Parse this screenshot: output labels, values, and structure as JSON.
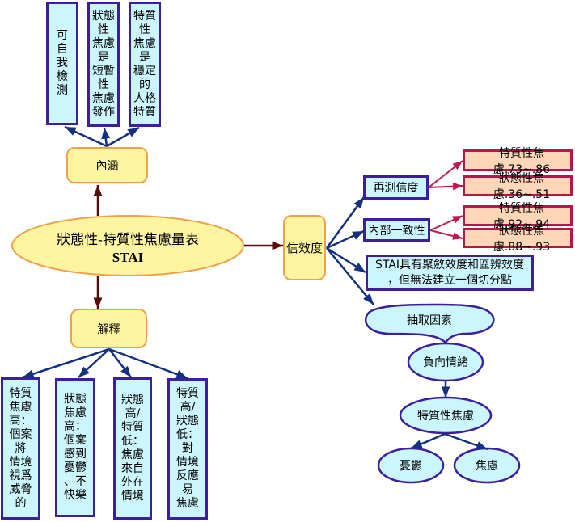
{
  "center": {
    "line1": "狀態性-特質性焦慮量表",
    "line2": "STAI"
  },
  "connotation": {
    "label": "內涵",
    "items": [
      "可\n自\n我\n檢\n測",
      "狀態\n性\n焦慮\n是\n短暫\n性\n焦慮\n發作",
      "特質\n性\n焦慮\n是\n穩定\n的\n人格\n特質"
    ]
  },
  "interpretation": {
    "label": "解釋",
    "items": [
      "特質\n焦慮\n高：\n個案\n將\n情境\n視爲\n威脅\n的",
      "狀態\n焦慮\n高：\n個案\n感到\n憂鬱\n、不\n快樂",
      "狀態\n高/\n特質\n低：\n焦慮\n來自\n外在\n情境",
      "特質\n高/\n狀態\n低：\n對\n情境\n反應\n易\n焦慮"
    ]
  },
  "reliability_validity": {
    "label": "信效度",
    "test_retest": {
      "label": "再測信度",
      "results": [
        "特質性焦慮.73~.86",
        "狀態性焦慮.36~.51"
      ]
    },
    "internal_consistency": {
      "label": "內部一致性",
      "results": [
        "特質性焦慮.92~.94",
        "狀態性焦慮.88~.93"
      ]
    },
    "validity_note": "STAI具有聚斂效度和區辨效度\n，但無法建立一個切分點",
    "factor_extraction": {
      "label": "抽取因素",
      "factor": "負向情緒",
      "trait": "特質性焦慮",
      "components": [
        "憂鬱",
        "焦慮"
      ]
    }
  },
  "colors": {
    "yellow_fill": "#fff4a0",
    "yellow_border": "#eda24c",
    "cyan_fill": "#ccf6fd",
    "indigo_border": "#3d1f9e",
    "peach_fill": "#fdd7b8",
    "crimson_border": "#b5174c",
    "blue_arrow": "#14307f",
    "maroon_arrow": "#5a0b0b",
    "crimson_arrow": "#c0184e"
  }
}
